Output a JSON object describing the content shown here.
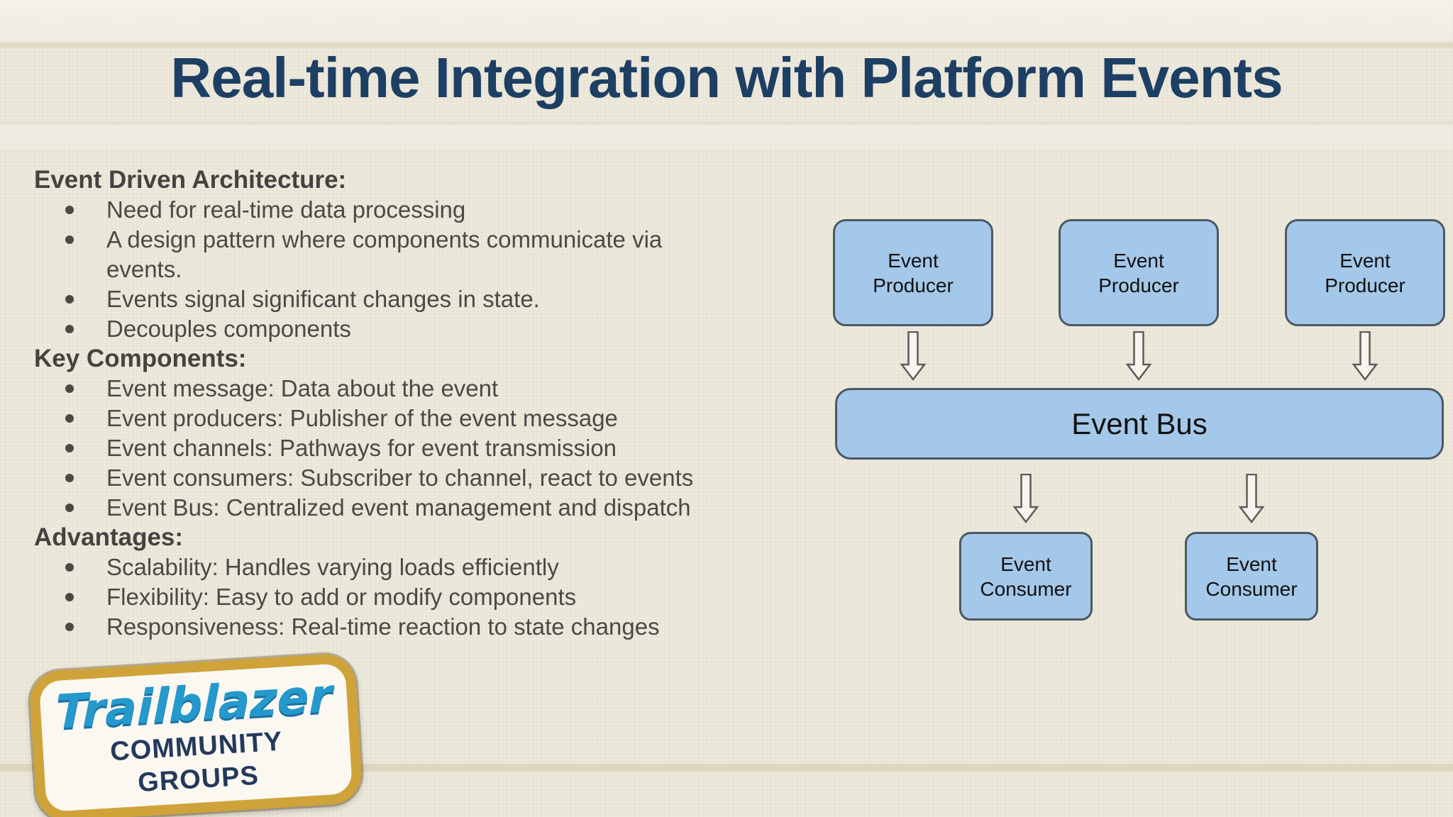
{
  "slide": {
    "title": "Real-time Integration with Platform Events"
  },
  "content": {
    "sections": [
      {
        "heading": "Event Driven Architecture:",
        "bullets": [
          "Need for real-time data processing",
          "A design pattern where components communicate via events.",
          "Events signal significant changes in state.",
          "Decouples components"
        ]
      },
      {
        "heading": "Key Components:",
        "bullets": [
          "Event message: Data about the event",
          "Event producers: Publisher of the event message",
          "Event channels: Pathways for event transmission",
          "Event consumers: Subscriber to channel, react to events",
          "Event Bus: Centralized event management and dispatch"
        ]
      },
      {
        "heading": "Advantages:",
        "bullets": [
          "Scalability: Handles varying loads efficiently",
          "Flexibility: Easy to add or modify components",
          "Responsiveness: Real-time reaction to state changes"
        ]
      }
    ]
  },
  "diagram": {
    "producers": [
      "Event\nProducer",
      "Event\nProducer",
      "Event\nProducer"
    ],
    "bus_label": "Event Bus",
    "consumers": [
      "Event\nConsumer",
      "Event\nConsumer"
    ],
    "box_fill": "#a4c8e9",
    "box_border": "#4d5863",
    "arrow_fill": "#f7f5ee",
    "arrow_border": "#5c5c5c"
  },
  "logo": {
    "line1": "Trailblazer",
    "line2": "COMMUNITY GROUPS",
    "script_color": "#2599cc",
    "caps_color": "#24395b",
    "border_color": "#cfa339"
  },
  "colors": {
    "background": "#ede9dc",
    "title": "#1d3f63",
    "body_text": "#4b4946"
  }
}
